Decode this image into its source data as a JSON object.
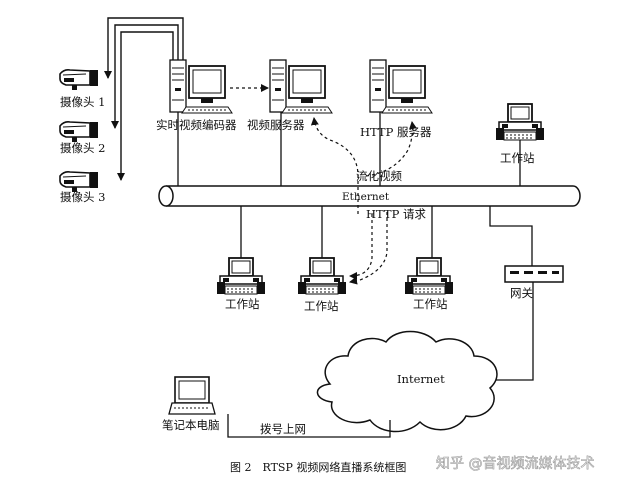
{
  "labels": {
    "camera1": "摄像头 1",
    "camera2": "摄像头 2",
    "camera3": "摄像头 3",
    "encoder": "实时视频编码器",
    "video_server": "视频服务器",
    "http_server": "HTTP 服务器",
    "stream": "流化视频",
    "ethernet": "Ethernet",
    "http_request": "HTTP 请求",
    "workstation": "工作站",
    "gateway": "网关",
    "internet": "Internet",
    "laptop": "笔记本电脑",
    "dialup": "拨号上网"
  },
  "caption": "图 2　RTSP 视频网络直播系统框图",
  "watermark": "知乎 @音视频流媒体技术"
}
